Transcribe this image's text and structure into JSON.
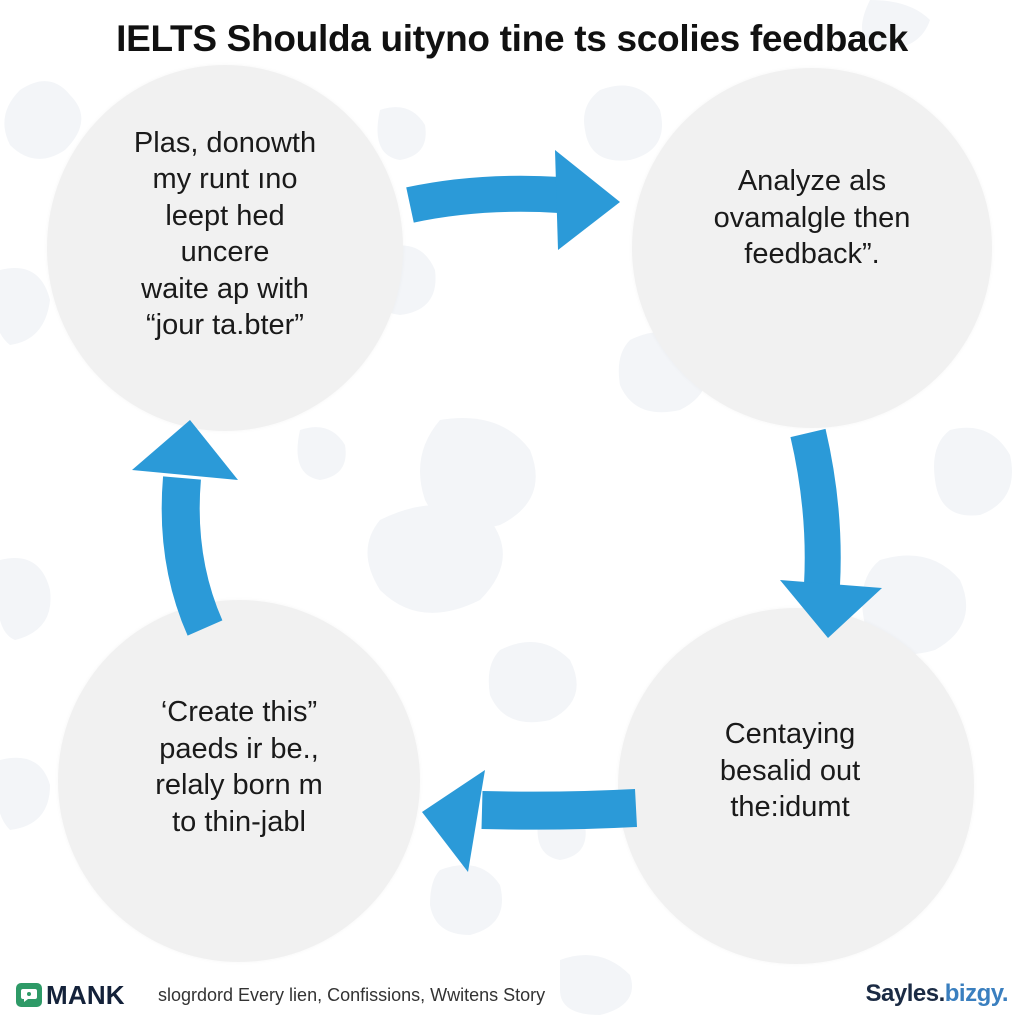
{
  "title": "IELTS Shoulda uityno tine ts scolies feedback",
  "accent_color": "#2b9ad8",
  "node_color": "#f1f1f1",
  "nodes": {
    "top_left": [
      "Plas, donowth",
      "my runt ıno",
      "leept hed",
      "uncere",
      "waite ap with",
      "“jour ta.bter”"
    ],
    "top_right": [
      "Analyze als",
      "ovamalgle then",
      "feedback”."
    ],
    "bottom_right": [
      "Centaying",
      "besalid out",
      "the:idumt"
    ],
    "bottom_left": [
      "‘Create this”",
      "paeds ir be.,",
      "relaly born m",
      "to thin-jabl"
    ]
  },
  "arrows": [
    {
      "from": "top_left",
      "to": "top_right",
      "icon": "arrow-right-icon"
    },
    {
      "from": "top_right",
      "to": "bottom_right",
      "icon": "arrow-down-icon"
    },
    {
      "from": "bottom_right",
      "to": "bottom_left",
      "icon": "arrow-left-icon"
    },
    {
      "from": "bottom_left",
      "to": "top_left",
      "icon": "arrow-up-icon"
    }
  ],
  "footer": {
    "logo_text": "MANK",
    "logo_icon": "chat-bubble-icon",
    "logo_color": "#2e9a67",
    "caption": "slogrdord Every lien, Confissions, Wwitens Story",
    "domain_part_a": "Sayles.",
    "domain_part_b": "bizgy."
  }
}
